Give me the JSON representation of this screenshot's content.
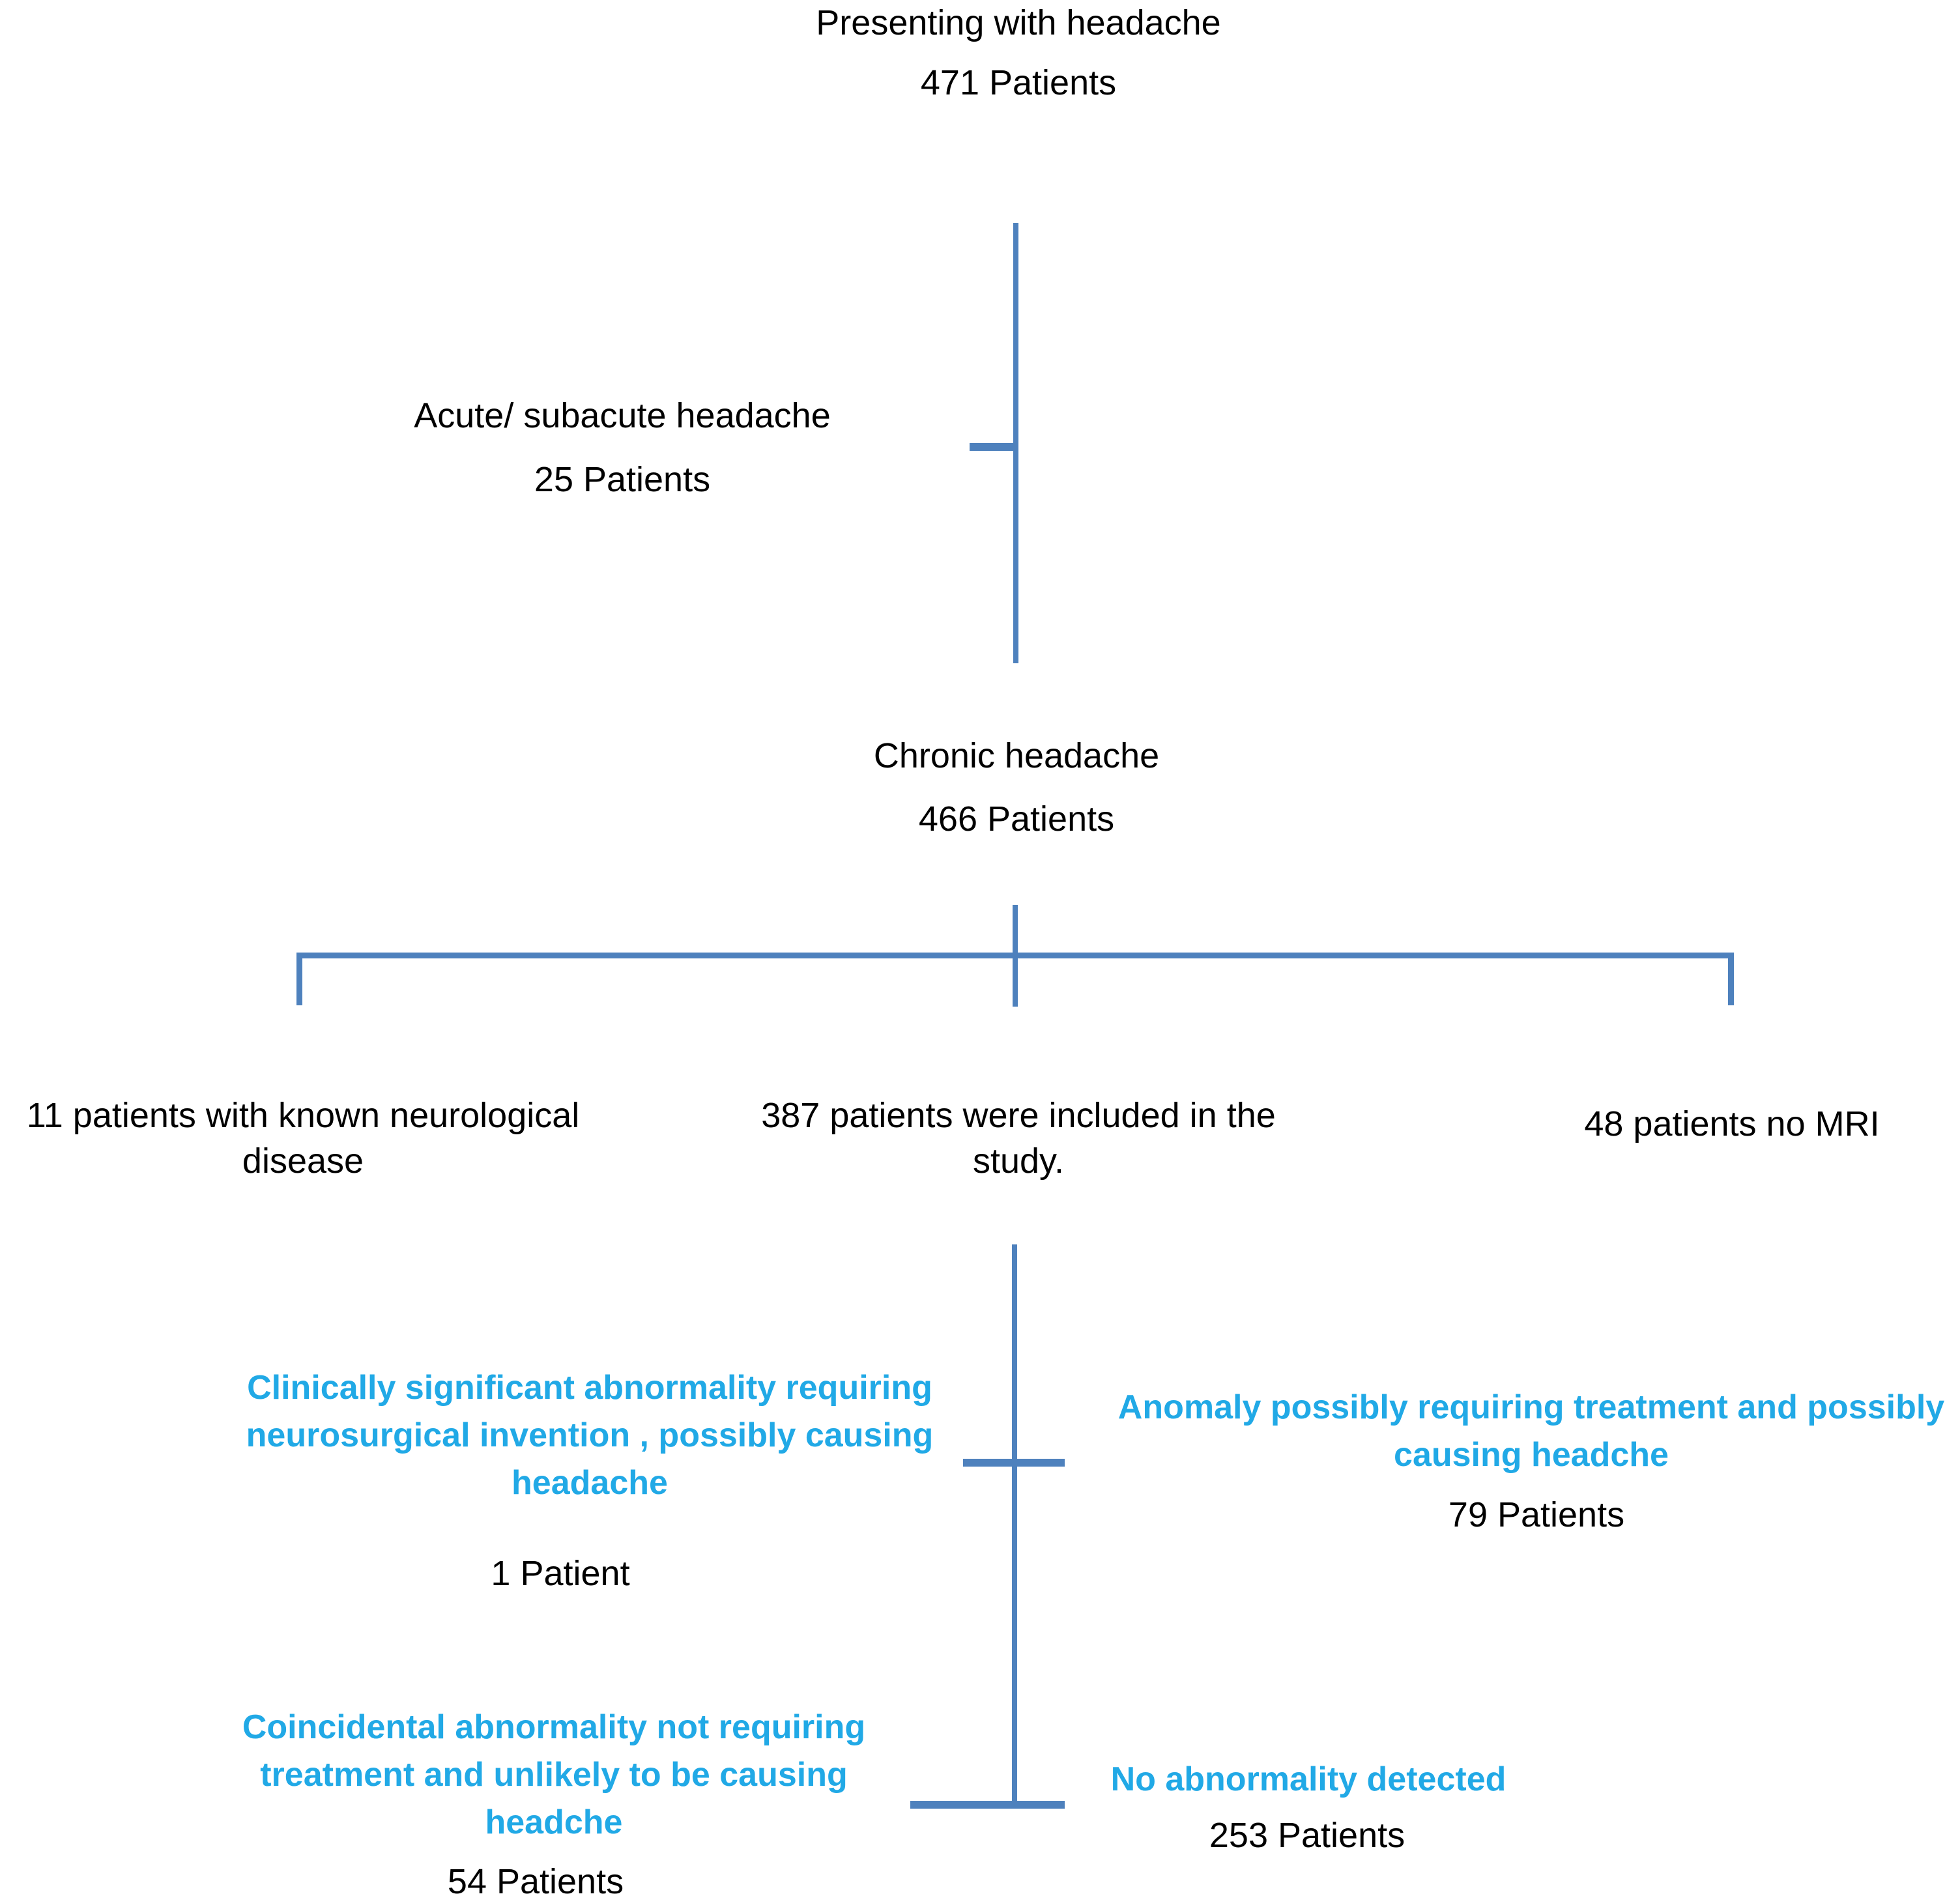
{
  "colors": {
    "line": "#4E81BD",
    "highlight": "#21A9E6",
    "text": "#000000",
    "background": "#FFFFFF"
  },
  "nodes": {
    "root": {
      "title": "Presenting with headache",
      "count": "471 Patients"
    },
    "acute": {
      "title": "Acute/ subacute headache",
      "count": "25 Patients"
    },
    "chronic": {
      "title": "Chronic headache",
      "count": "466 Patients"
    },
    "neuro": {
      "lines": [
        "11 patients with known neurological",
        "disease"
      ]
    },
    "included": {
      "lines": [
        "387 patients were included in the",
        "study."
      ]
    },
    "nomri": {
      "title": "48 patients no MRI"
    },
    "significant": {
      "lines": [
        "Clinically significant abnormality requiring",
        "neurosurgical invention , possibly causing",
        "headache"
      ],
      "count": "1 Patient"
    },
    "anomaly": {
      "lines": [
        "Anomaly possibly requiring treatment and possibly",
        "causing headche"
      ],
      "count": "79 Patients"
    },
    "coincidental": {
      "lines": [
        "Coincidental abnormality not requiring",
        "treatment and unlikely to be causing",
        "headche"
      ],
      "count": "54 Patients"
    },
    "none": {
      "title": "No abnormality detected",
      "count": "253 Patients"
    }
  }
}
